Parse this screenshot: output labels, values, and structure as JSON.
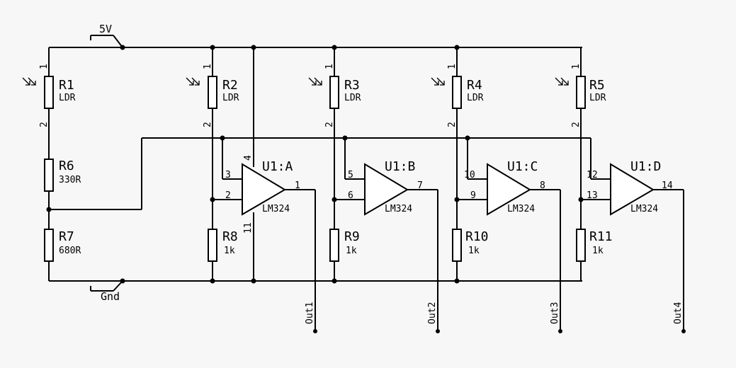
{
  "supply": {
    "vcc": "5V",
    "gnd": "Gnd"
  },
  "resistors": {
    "r1": {
      "name": "R1",
      "value": "LDR"
    },
    "r2": {
      "name": "R2",
      "value": "LDR"
    },
    "r3": {
      "name": "R3",
      "value": "LDR"
    },
    "r4": {
      "name": "R4",
      "value": "LDR"
    },
    "r5": {
      "name": "R5",
      "value": "LDR"
    },
    "r6": {
      "name": "R6",
      "value": "330R"
    },
    "r7": {
      "name": "R7",
      "value": "680R"
    },
    "r8": {
      "name": "R8",
      "value": "1k"
    },
    "r9": {
      "name": "R9",
      "value": "1k"
    },
    "r10": {
      "name": "R10",
      "value": "1k"
    },
    "r11": {
      "name": "R11",
      "value": "1k"
    }
  },
  "ldr_pins": {
    "top": "1",
    "bottom": "2"
  },
  "opamps": {
    "a": {
      "name": "U1:A",
      "part": "LM324",
      "pin_plus": "3",
      "pin_minus": "2",
      "pin_out": "1"
    },
    "b": {
      "name": "U1:B",
      "part": "LM324",
      "pin_plus": "5",
      "pin_minus": "6",
      "pin_out": "7"
    },
    "c": {
      "name": "U1:C",
      "part": "LM324",
      "pin_plus": "10",
      "pin_minus": "9",
      "pin_out": "8"
    },
    "d": {
      "name": "U1:D",
      "part": "LM324",
      "pin_plus": "12",
      "pin_minus": "13",
      "pin_out": "14"
    }
  },
  "power_pins": {
    "vplus": "4",
    "vminus": "11"
  },
  "outputs": {
    "out1": "Out1",
    "out2": "Out2",
    "out3": "Out3",
    "out4": "Out4"
  }
}
